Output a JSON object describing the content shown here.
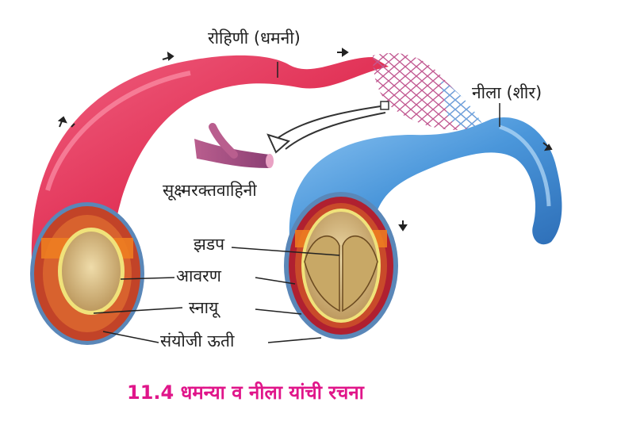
{
  "labels": {
    "artery": "रोहिणी (धमनी)",
    "vein": "नीला (शीर)",
    "capillary": "सूक्ष्मरक्तवाहिनी",
    "valve": "झडप",
    "lining": "आवरण",
    "muscle": "स्नायू",
    "connective_tissue": "संयोजी ऊती"
  },
  "caption": "11.4 धमन्या व नीला यांची रचना",
  "colors": {
    "artery": "#e8385e",
    "vein": "#4a96da",
    "capillary": "#b05a8c",
    "caption": "#e0168a"
  }
}
